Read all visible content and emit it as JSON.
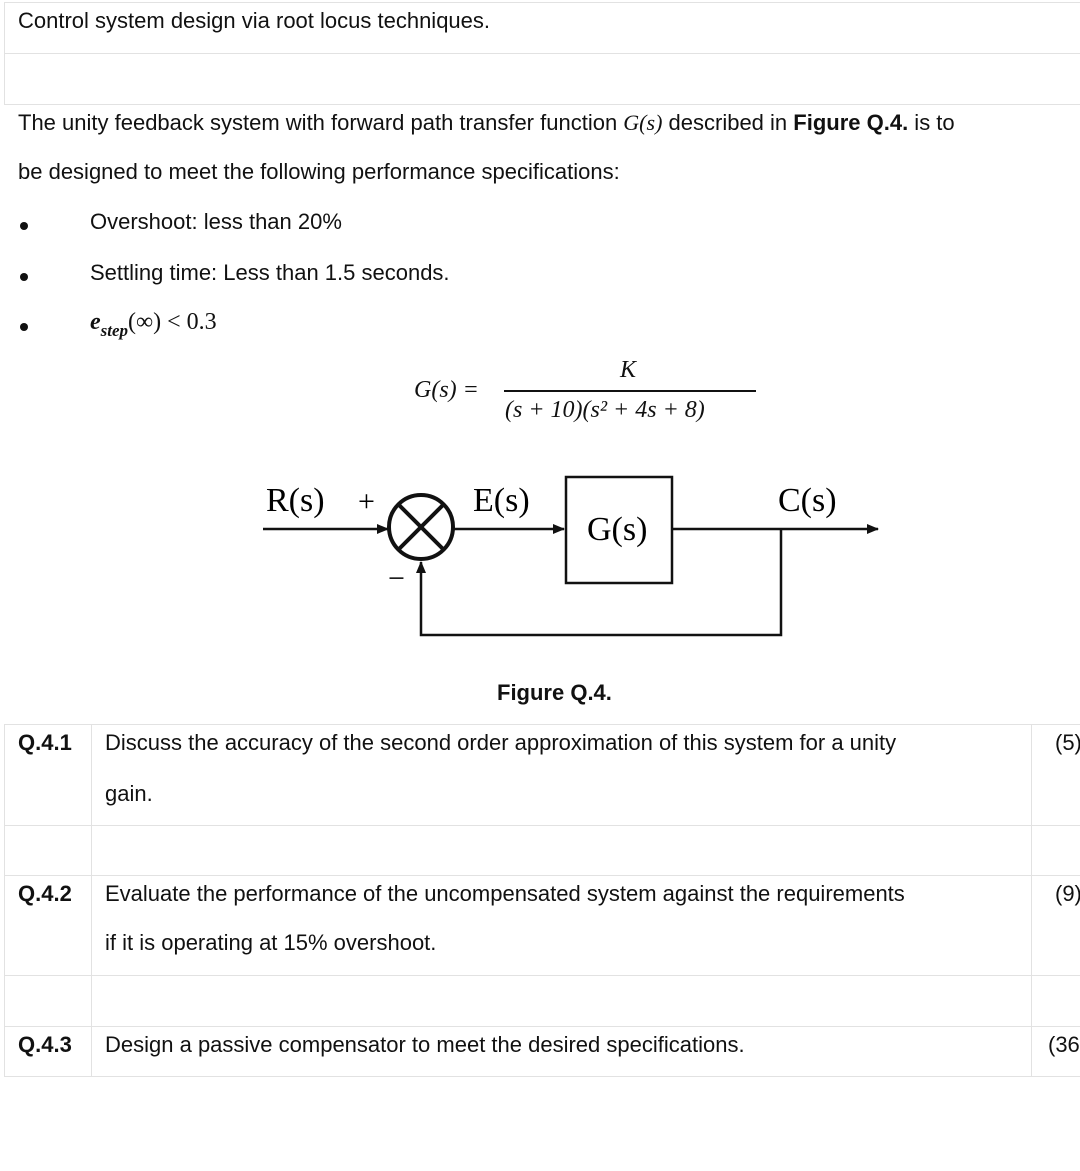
{
  "header": {
    "title": "Control system design via root locus techniques."
  },
  "intro": {
    "line1_pre": "The unity feedback system with forward path transfer function ",
    "line1_func": "G(s)",
    "line1_mid": " described in ",
    "line1_ref": "Figure Q.4.",
    "line1_post": " is to",
    "line2": "be designed to meet the following performance specifications:"
  },
  "specs": {
    "overshoot": "Overshoot: less than 20%",
    "settling": "Settling time: Less than 1.5 seconds.",
    "error_e": "e",
    "error_sub": "step",
    "error_rest": "(∞) < 0.3"
  },
  "equation": {
    "lhs": "G(s) =",
    "numerator": "K",
    "denominator": "(s + 10)(s² + 4s + 8)"
  },
  "diagram": {
    "input": "R(s)",
    "plus": "+",
    "minus": "−",
    "error": "E(s)",
    "block": "G(s)",
    "output": "C(s)"
  },
  "figure_caption": "Figure Q.4.",
  "questions": [
    {
      "id": "Q.4.1",
      "line1": "Discuss the accuracy of the second order approximation of this system for a unity",
      "line2": "gain.",
      "marks": "(5)"
    },
    {
      "id": "Q.4.2",
      "line1": "Evaluate the performance of the uncompensated system against the requirements",
      "line2": "if it is operating at 15% overshoot.",
      "marks": "(9)"
    },
    {
      "id": "Q.4.3",
      "line1": "Design a passive compensator to meet the desired specifications.",
      "line2": "",
      "marks": "(36"
    }
  ]
}
